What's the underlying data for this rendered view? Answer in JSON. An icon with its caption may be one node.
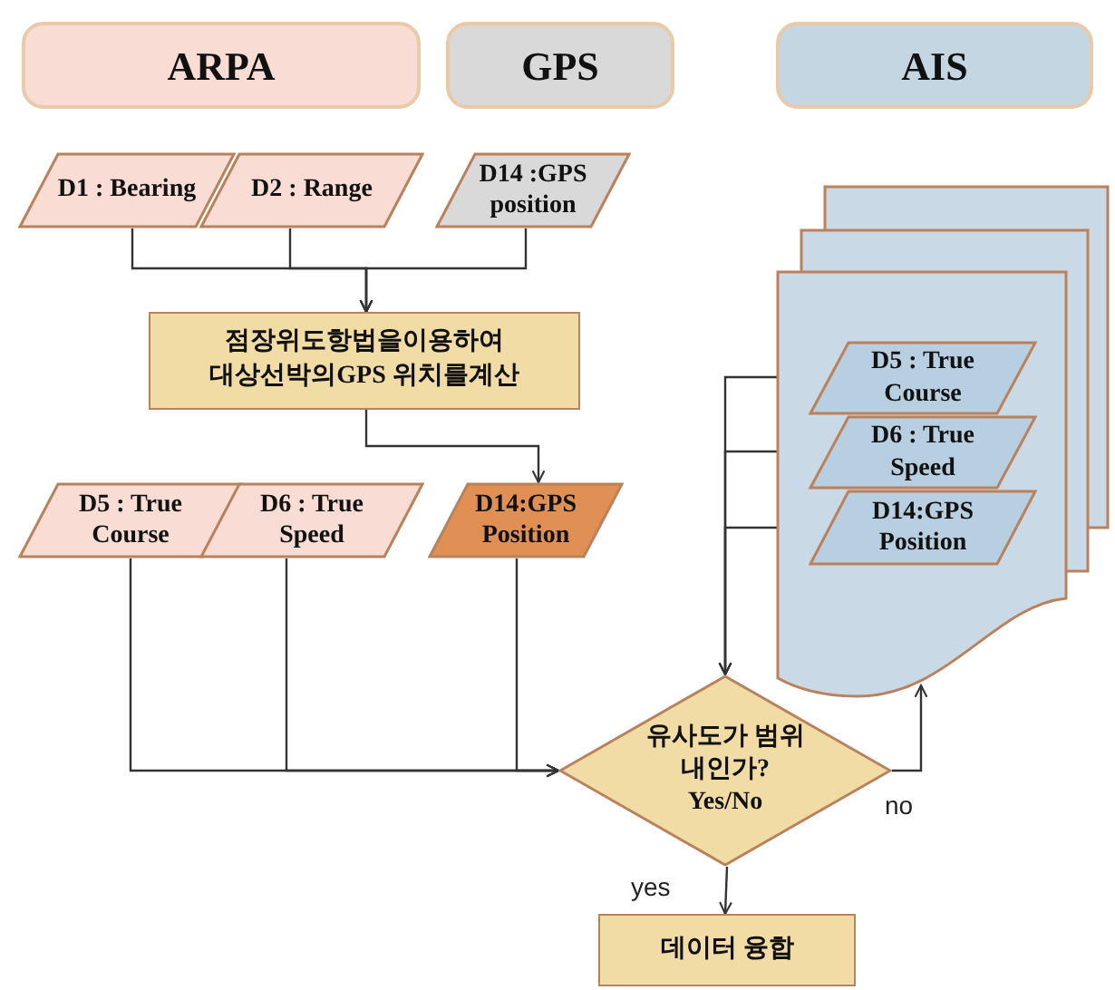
{
  "diagram": {
    "nodes": [
      {
        "text": [
          "ARPA"
        ]
      },
      {
        "text": [
          "GPS"
        ]
      },
      {
        "text": [
          "AIS"
        ]
      },
      {
        "text": [
          "D1 : Bearing"
        ]
      },
      {
        "text": [
          "D2 : Range"
        ]
      },
      {
        "text": [
          "D14 :GPS position"
        ]
      },
      {
        "text": [
          "점장위도항법을이용하여 대상선박의GPS 위치를계산"
        ]
      },
      {
        "text": [
          "D5 : True Course"
        ]
      },
      {
        "text": [
          "D6 : True Speed"
        ]
      },
      {
        "text": [
          "D14:GPS Position"
        ]
      },
      {
        "text": [],
        "shape": "document"
      },
      {
        "text": [
          "D5 : True Course"
        ],
        "in": 10
      },
      {
        "text": [
          "D6 : True Speed"
        ],
        "in": 10
      },
      {
        "text": [
          "D14:GPS Position"
        ],
        "in": 10
      },
      {
        "text": [
          "유사도가 범위 내인가?",
          "Yes/No"
        ]
      },
      {
        "text": [
          "데이터 융합"
        ]
      }
    ],
    "edges": [
      {
        "from": 3,
        "to": 6,
        "arrow": "to"
      },
      {
        "from": 4,
        "to": 6,
        "arrow": "to"
      },
      {
        "from": 5,
        "to": 6,
        "arrow": "to"
      },
      {
        "from": 6,
        "to": 9,
        "arrow": "to"
      },
      {
        "from": 7,
        "to": 14,
        "arrow": "to"
      },
      {
        "from": 8,
        "to": 14,
        "arrow": "to"
      },
      {
        "from": 9,
        "to": 14,
        "arrow": "to"
      },
      {
        "from": 11,
        "to": 14,
        "arrow": "to"
      },
      {
        "from": 12,
        "to": 14,
        "arrow": "to"
      },
      {
        "from": 13,
        "to": 14,
        "arrow": "to"
      },
      {
        "from": 14,
        "to": 10,
        "arrow": "to",
        "label": "no"
      },
      {
        "from": 14,
        "to": 15,
        "arrow": "to",
        "label": "yes"
      }
    ]
  }
}
